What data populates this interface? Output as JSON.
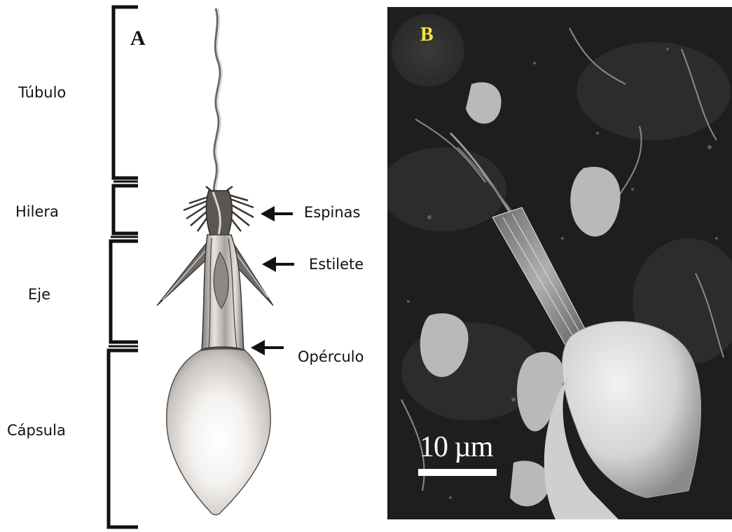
{
  "panel_a": {
    "letter": "A",
    "parts": [
      {
        "id": "tubulo",
        "label": "Túbulo"
      },
      {
        "id": "hilera",
        "label": "Hilera"
      },
      {
        "id": "eje",
        "label": "Eje"
      },
      {
        "id": "capsula",
        "label": "Cápsula"
      }
    ],
    "features": [
      {
        "id": "espinas",
        "label": "Espinas"
      },
      {
        "id": "estilete",
        "label": "Estilete"
      },
      {
        "id": "operculo",
        "label": "Opérculo"
      }
    ]
  },
  "panel_b": {
    "letter": "B",
    "letter_color": "#f5e63a",
    "scale_bar_label": "10 µm"
  }
}
